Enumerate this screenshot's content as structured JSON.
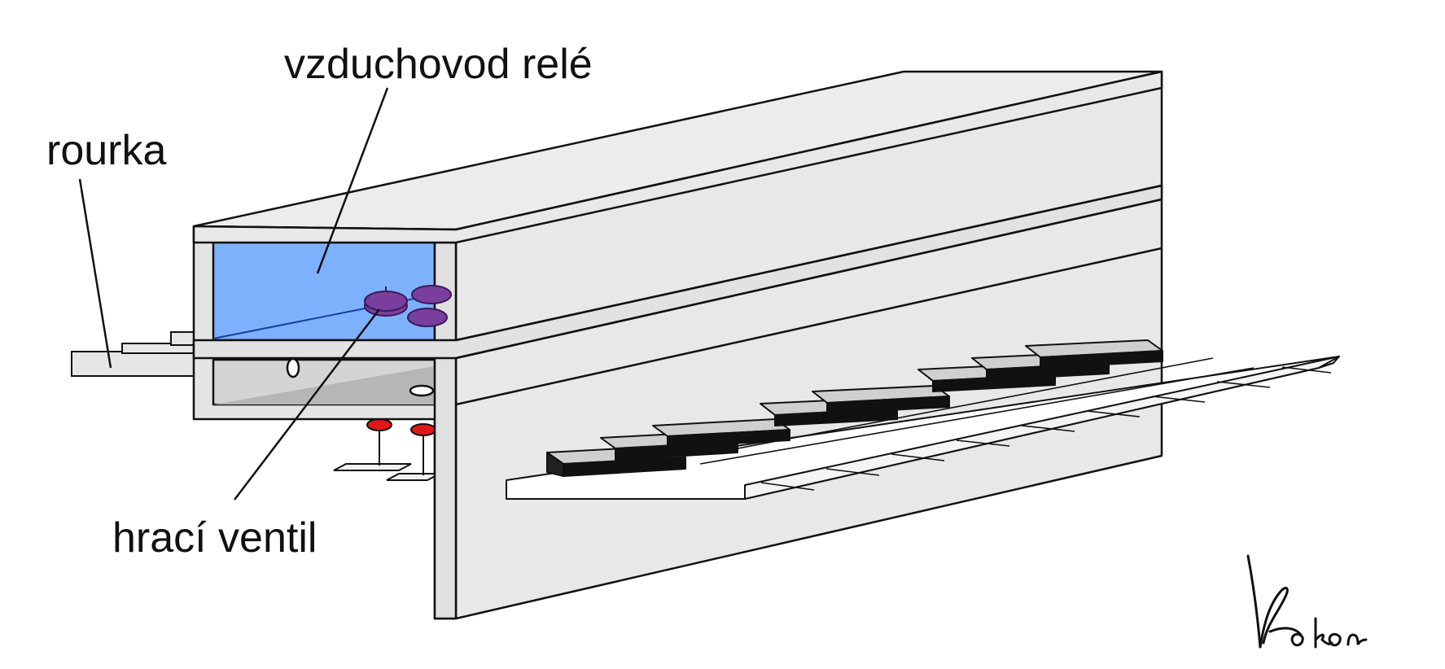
{
  "labels": {
    "air_duct": "vzduchovod relé",
    "tube": "rourka",
    "play_valve": "hrací ventil"
  },
  "signature": "Kokon",
  "colors": {
    "body": "#eaeaea",
    "face": "#e2e2e2",
    "duct": "#7eb1fb",
    "valve": "#7a3f9e",
    "pallet": "#e01818",
    "key_black": "#111111",
    "key_white": "#ffffff",
    "stroke": "#111111"
  }
}
